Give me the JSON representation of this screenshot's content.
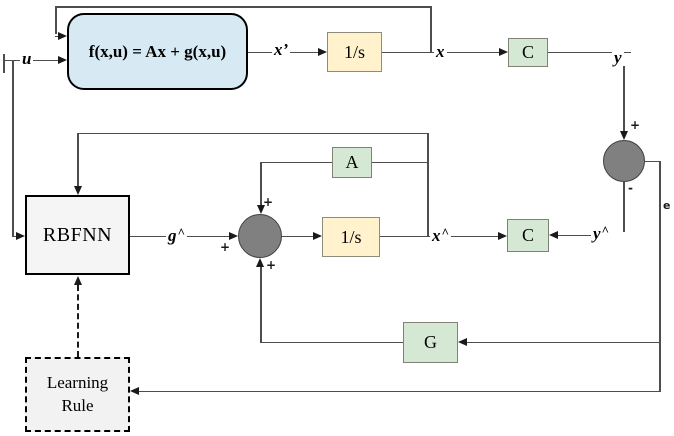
{
  "blocks": {
    "plant": "f(x,u) = Ax + g(x,u)",
    "integrator1": "1/s",
    "integrator2": "1/s",
    "output_gain1": "C",
    "output_gain2": "C",
    "system_matrix": "A",
    "observer_gain": "G",
    "rbfnn": "RBFNN",
    "learning_rule": {
      "line1": "Learning",
      "line2": "Rule"
    }
  },
  "signals": {
    "u": "u",
    "x_dot": "x’",
    "x": "x",
    "y": "y",
    "g_hat": {
      "base": "g",
      "hat": "^"
    },
    "x_hat": {
      "base": "x",
      "hat": "^"
    },
    "y_hat": {
      "base": "y",
      "hat": "^"
    },
    "e": "e"
  },
  "operators": {
    "plus": "+",
    "minus": "-"
  },
  "colors": {
    "plant_fill": "#d7eaf3",
    "integrator_fill": "#fff2cc",
    "gain_fill": "#d5e8d4",
    "neural_fill": "#f5f5f5",
    "learning_fill": "#f2f2f2",
    "sum_fill": "#808080",
    "wire": "#4d4d4d"
  }
}
